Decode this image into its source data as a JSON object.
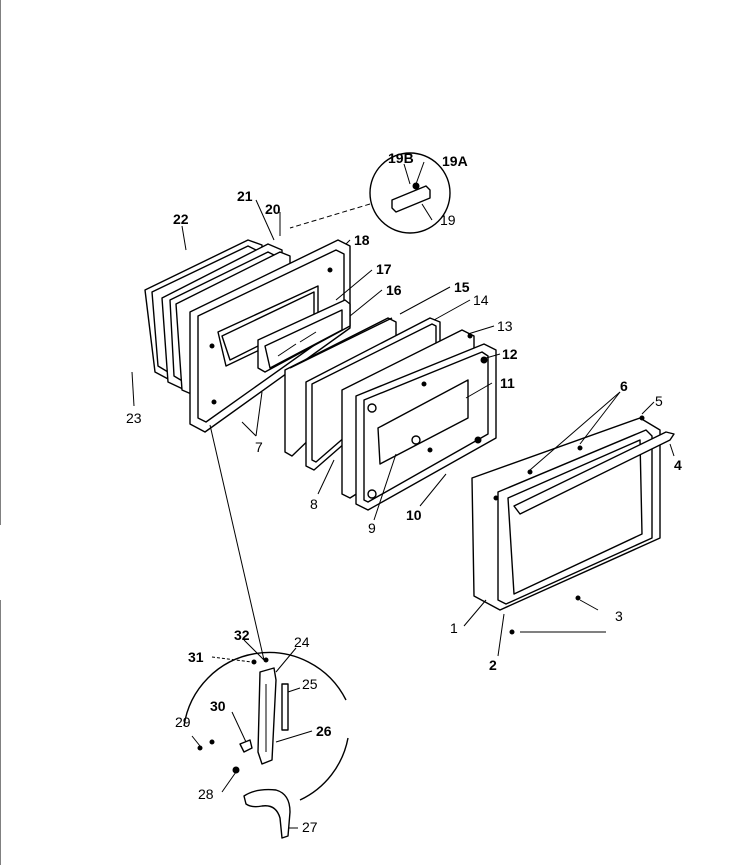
{
  "diagram": {
    "labels": {
      "l1": "1",
      "l2": "2",
      "l3": "3",
      "l4": "4",
      "l5": "5",
      "l6": "6",
      "l7": "7",
      "l8": "8",
      "l9": "9",
      "l10": "10",
      "l11": "11",
      "l12": "12",
      "l13": "13",
      "l14": "14",
      "l15": "15",
      "l16": "16",
      "l17": "17",
      "l18": "18",
      "l19": "19",
      "l19a": "19A",
      "l19b": "19B",
      "l20": "20",
      "l21": "21",
      "l22": "22",
      "l23": "23",
      "l24": "24",
      "l25": "25",
      "l26": "26",
      "l27": "27",
      "l28": "28",
      "l29": "29",
      "l30": "30",
      "l31": "31",
      "l32": "32"
    }
  }
}
